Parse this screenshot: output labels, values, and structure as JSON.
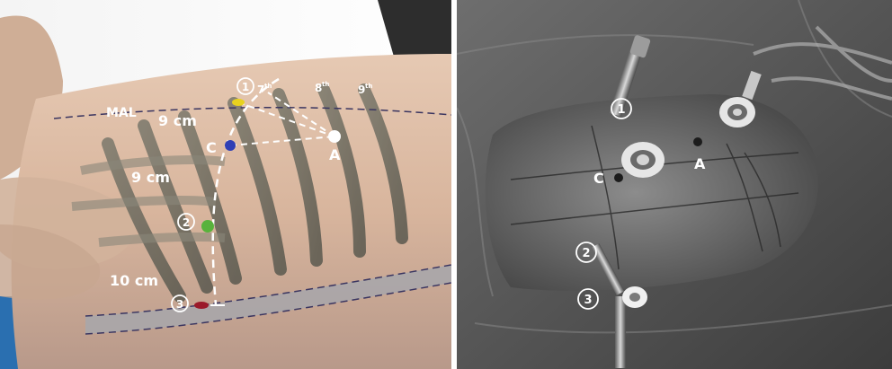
{
  "left_panel": {
    "labels": {
      "mal": "MAL",
      "rib7": "7",
      "rib8": "8",
      "rib9": "9",
      "rib_suffix": "th",
      "dist1": "9 cm",
      "dist2": "9 cm",
      "dist3": "10 cm",
      "port_a": "A",
      "port_c": "C",
      "marker1": "1",
      "marker2": "2",
      "marker3": "3"
    },
    "colors": {
      "marker1": "#e8d21f",
      "port_c": "#2f3fb5",
      "marker2": "#58b23c",
      "marker3": "#9b1a2a",
      "skin": "#d9b8a0",
      "rib": "#6b6a5e"
    }
  },
  "right_panel": {
    "labels": {
      "marker1": "1",
      "marker2": "2",
      "marker3": "3",
      "port_a": "A",
      "port_c": "C"
    }
  }
}
